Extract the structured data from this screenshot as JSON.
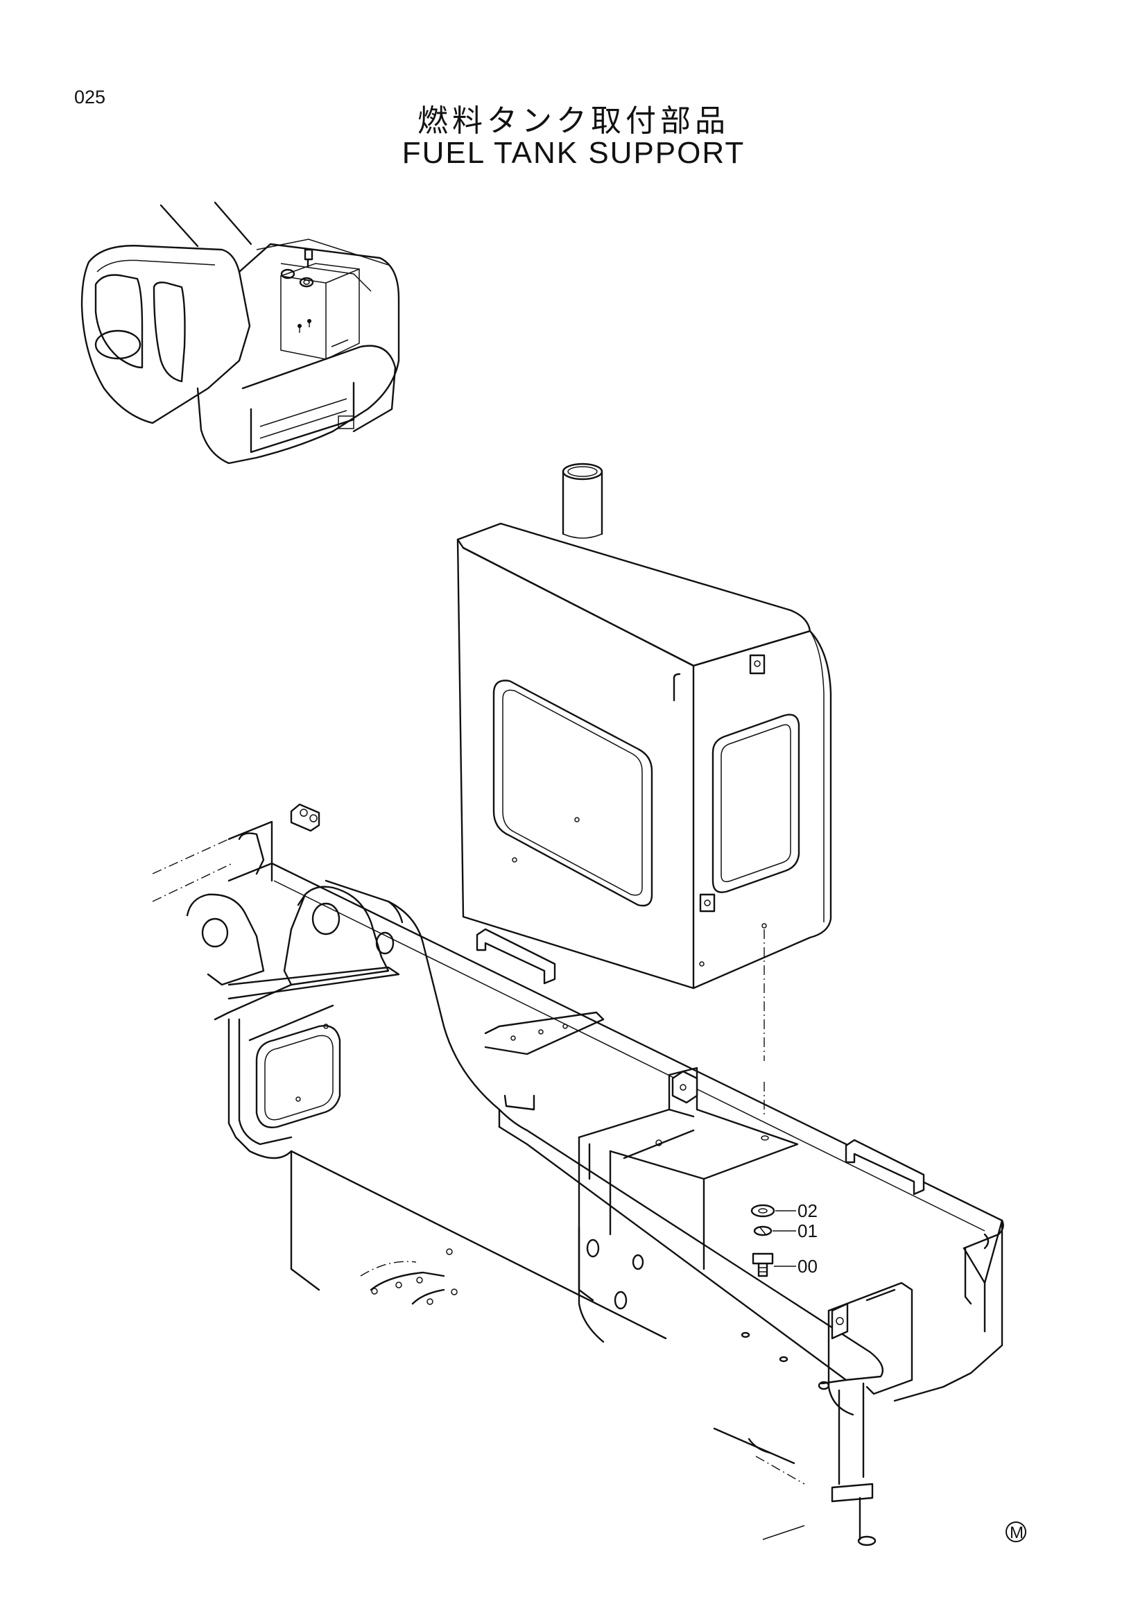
{
  "page": {
    "number": "025",
    "title_jp": "燃料タンク取付部品",
    "title_en": "FUEL TANK SUPPORT",
    "corner_mark": "M"
  },
  "callouts": [
    {
      "id": "02",
      "label": "02"
    },
    {
      "id": "01",
      "label": "01"
    },
    {
      "id": "00",
      "label": "00"
    }
  ]
}
